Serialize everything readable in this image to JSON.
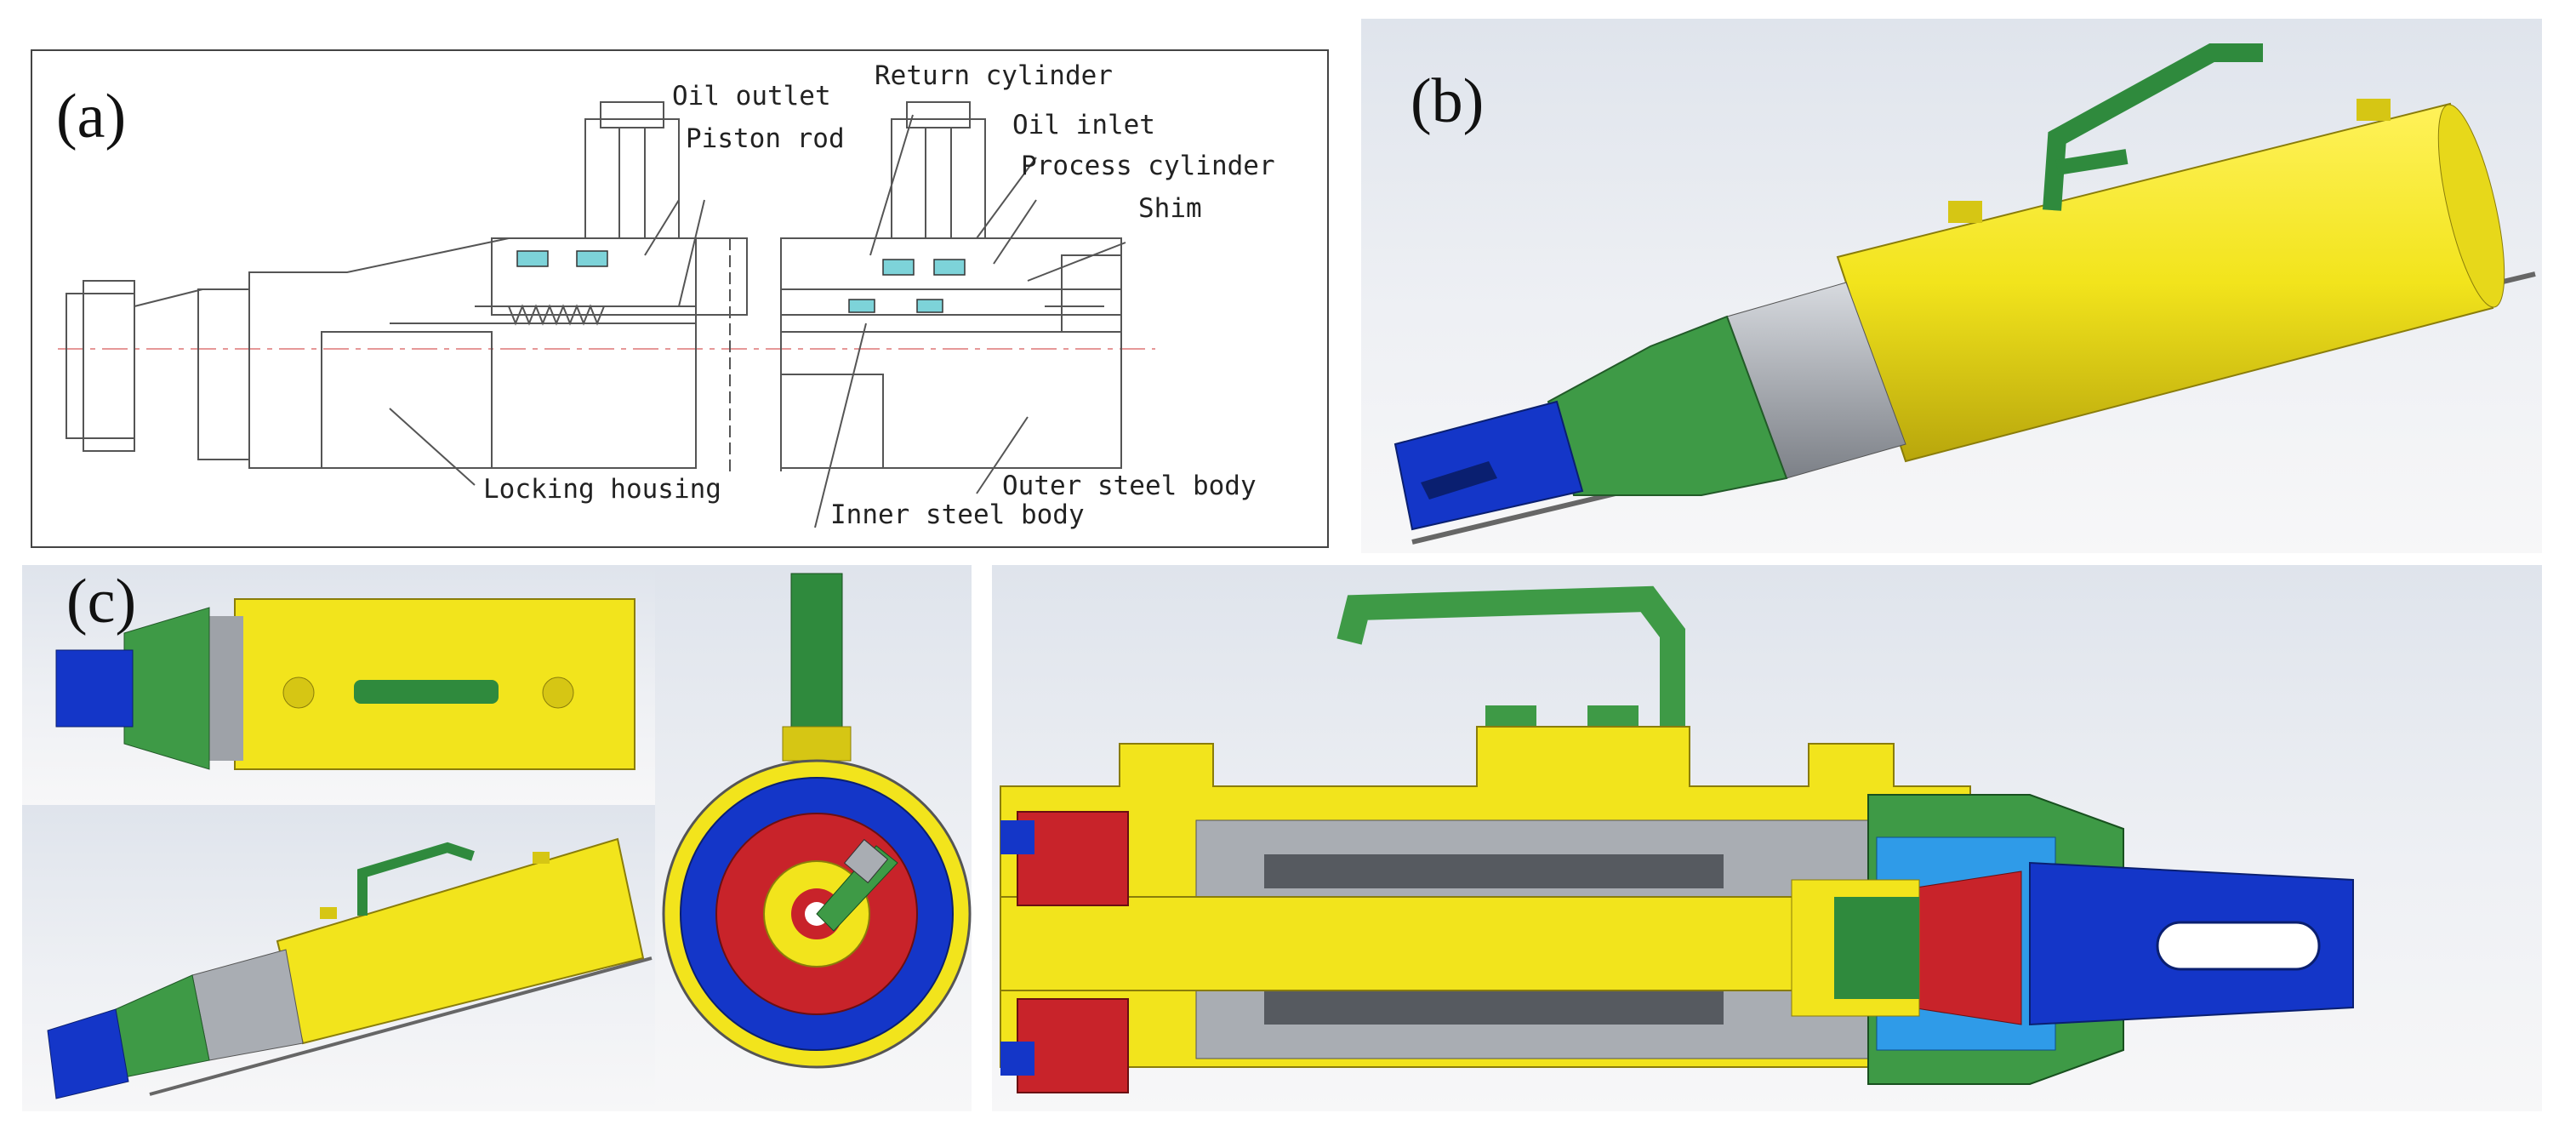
{
  "panel_labels": {
    "a": "(a)",
    "b": "(b)",
    "c": "(c)"
  },
  "callouts": {
    "oil_outlet": "Oil outlet",
    "return_cylinder": "Return cylinder",
    "piston_rod": "Piston rod",
    "oil_inlet": "Oil inlet",
    "process_cylinder": "Process cylinder",
    "shim": "Shim",
    "locking_housing": "Locking housing",
    "outer_steel_body": "Outer steel body",
    "inner_steel_body": "Inner steel body"
  },
  "colors": {
    "housing_yellow": "#f2e41c",
    "grip_green": "#3e9a46",
    "tip_blue": "#1436c8",
    "barrel_gray": "#a9adb3",
    "piston_red": "#c8232a",
    "light_blue": "#2f9be8",
    "line_drawing": "#555555"
  }
}
